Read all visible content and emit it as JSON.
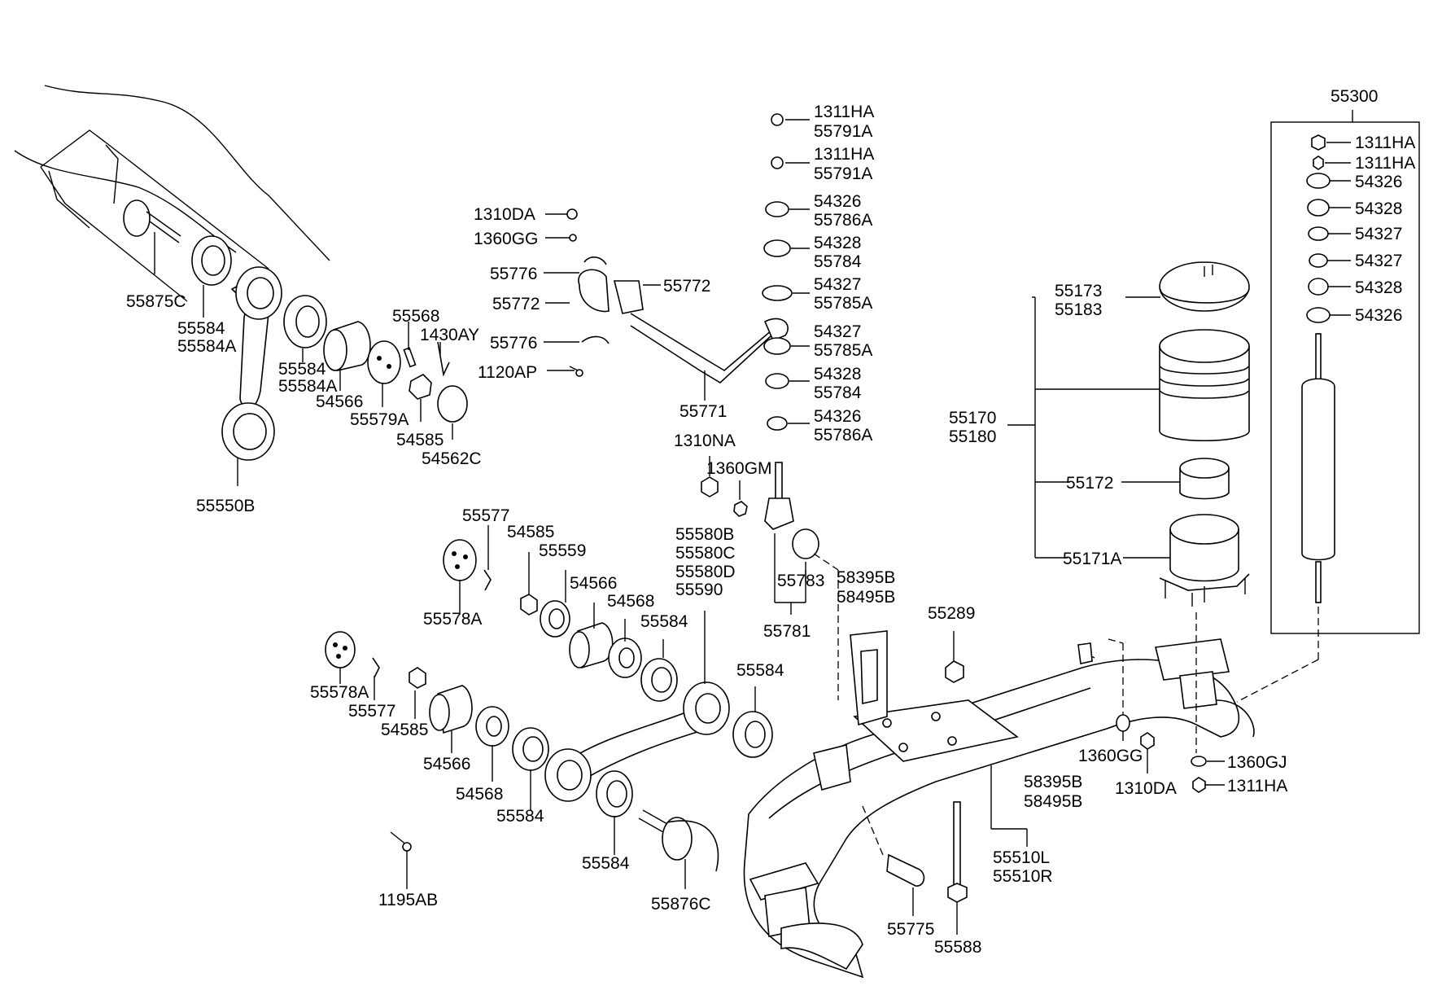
{
  "labels": {
    "l55875C": "55875C",
    "l55584a": "55584",
    "l55584Aa": "55584A",
    "l55584b": "55584",
    "l55584Ab": "55584A",
    "l54566a": "54566",
    "l55579A": "55579A",
    "l55568": "55568",
    "l1430AY": "1430AY",
    "l54585a": "54585",
    "l54562C": "54562C",
    "l55550B": "55550B",
    "l1310DAa": "1310DA",
    "l1360GGa": "1360GG",
    "l55776a": "55776",
    "l55772a": "55772",
    "l55772b": "55772",
    "l55776b": "55776",
    "l1120AP": "1120AP",
    "l55771": "55771",
    "l1311HAa": "1311HA",
    "l55791Aa": "55791A",
    "l1311HAb": "1311HA",
    "l55791Ab": "55791A",
    "l54326a": "54326",
    "l55786Aa": "55786A",
    "l54328a": "54328",
    "l55784a": "55784",
    "l54327a": "54327",
    "l55785Aa": "55785A",
    "l54327b": "54327",
    "l55785Ab": "55785A",
    "l54328b": "54328",
    "l55784b": "55784",
    "l54326b": "54326",
    "l55786Ab": "55786A",
    "l1310NA": "1310NA",
    "l1360GM": "1360GM",
    "l55580B": "55580B",
    "l55580C": "55580C",
    "l55580D": "55580D",
    "l55590": "55590",
    "l55783": "55783",
    "l58395Ba": "58395B",
    "l58495Ba": "58495B",
    "l55781": "55781",
    "l55577a": "55577",
    "l54585b": "54585",
    "l55559": "55559",
    "l54566b": "54566",
    "l54568a": "54568",
    "l55584c": "55584",
    "l55578Aa": "55578A",
    "l55584d": "55584",
    "l55578Ab": "55578A",
    "l55577b": "55577",
    "l54585c": "54585",
    "l54566c": "54566",
    "l54568b": "54568",
    "l55584e": "55584",
    "l55584f": "55584",
    "l55876C": "55876C",
    "l1195AB": "1195AB",
    "l55289": "55289",
    "l1360GGb": "1360GG",
    "l1310DAb": "1310DA",
    "l58395Bb": "58395B",
    "l58495Bb": "58495B",
    "l55510L": "55510L",
    "l55510R": "55510R",
    "l55775": "55775",
    "l55588": "55588",
    "l55173": "55173",
    "l55183": "55183",
    "l55170": "55170",
    "l55180": "55180",
    "l55172": "55172",
    "l55171A": "55171A",
    "l55300": "55300",
    "l1311HAc": "1311HA",
    "l1311HAd": "1311HA",
    "l54326c": "54326",
    "l54328c": "54328",
    "l54327c": "54327",
    "l54327d": "54327",
    "l54328d": "54328",
    "l54326d": "54326",
    "l1360GJ": "1360GJ",
    "l1311HAe": "1311HA"
  }
}
